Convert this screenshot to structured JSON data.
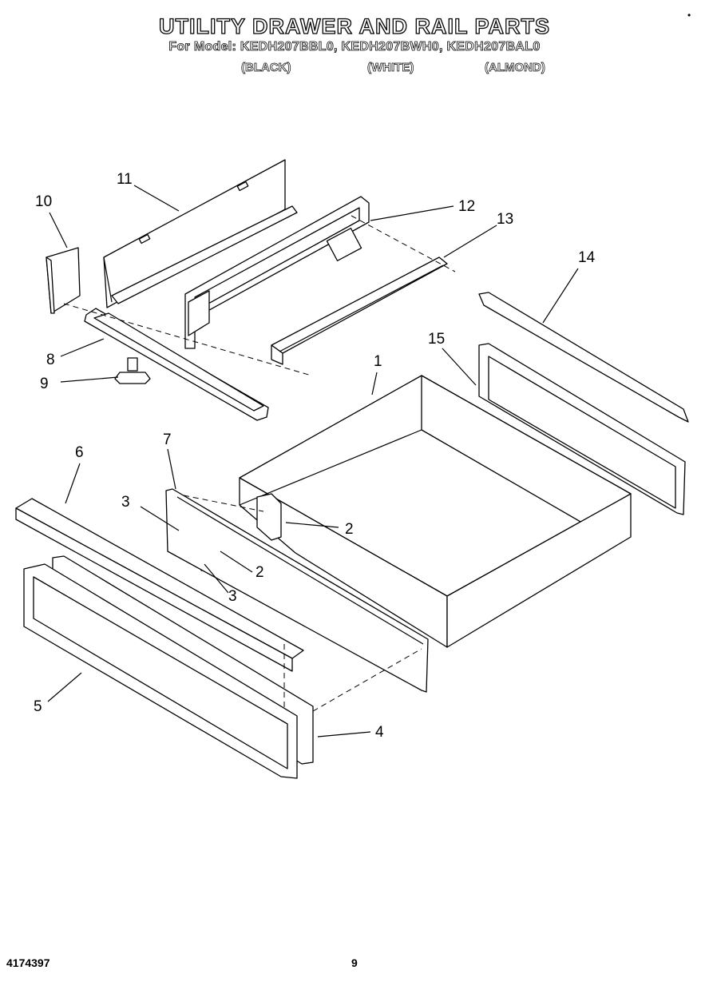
{
  "header": {
    "title": "UTILITY DRAWER AND RAIL PARTS",
    "models_line": "For Model:  KEDH207BBL0, KEDH207BWH0, KEDH207BAL0",
    "variants": [
      "(BLACK)",
      "(WHITE)",
      "(ALMOND)"
    ]
  },
  "footer": {
    "doc_number": "4174397",
    "page_number": "9"
  },
  "corner_mark": "•",
  "callouts": [
    "1",
    "2",
    "2",
    "3",
    "3",
    "4",
    "5",
    "6",
    "7",
    "8",
    "9",
    "10",
    "11",
    "12",
    "13",
    "14",
    "15"
  ]
}
